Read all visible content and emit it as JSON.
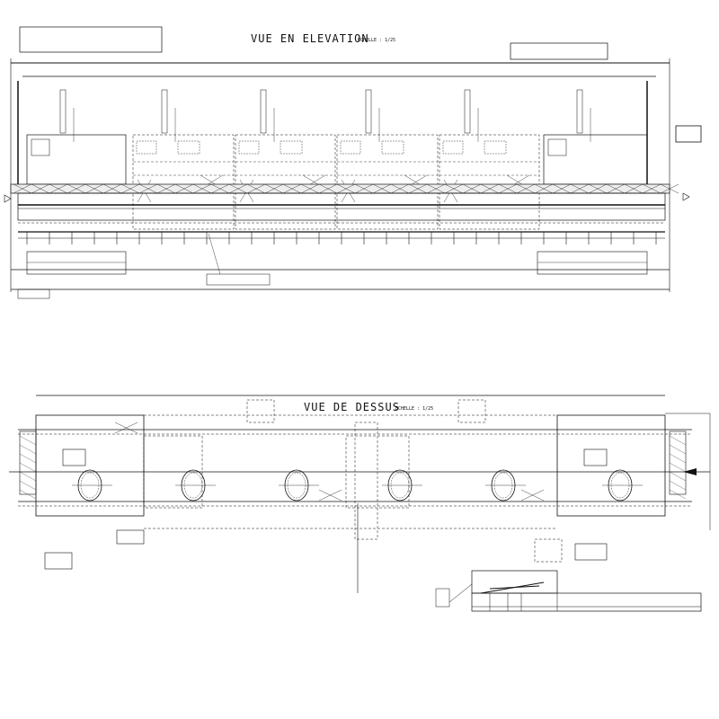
{
  "elevation": {
    "title": "VUE EN ELEVATION",
    "scale": "ECHELLE : 1/25",
    "modules": 6
  },
  "plan": {
    "title": "VUE DE DESSUS",
    "scale": "ECHELLE : 1/25",
    "modules": 6
  },
  "colors": {
    "line": "#111111",
    "paper": "#ffffff"
  }
}
